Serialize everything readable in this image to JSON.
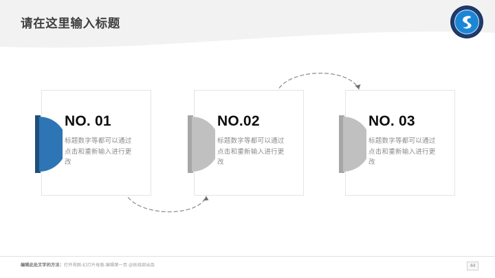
{
  "slide": {
    "title": "请在这里输入标题",
    "background_color": "#ffffff",
    "header_band_color": "#f2f2f2"
  },
  "logo": {
    "name": "university-seal-logo",
    "outer_ring_color": "#1f3c6e",
    "inner_circle_color": "#1b86d6",
    "glyph": "S"
  },
  "cards": [
    {
      "title": "NO. 01",
      "body": "标题数字等都可以通过点击和重新输入进行更改",
      "marker_color": "#2e75b6",
      "marker_tab_color": "#1f4e79",
      "accent": "blue"
    },
    {
      "title": "NO.02",
      "body": "标题数字等都可以通过点击和重新输入进行更改",
      "marker_color": "#c0c0c0",
      "marker_tab_color": "#a6a6a6",
      "accent": "gray"
    },
    {
      "title": "NO. 03",
      "body": "标题数字等都可以通过点击和重新输入进行更改",
      "marker_color": "#c0c0c0",
      "marker_tab_color": "#a6a6a6",
      "accent": "gray"
    }
  ],
  "connectors": [
    {
      "name": "arrow-card1-to-card2",
      "direction": "down-arc",
      "style": "dashed",
      "color": "#8c8c8c"
    },
    {
      "name": "arrow-card2-to-card3",
      "direction": "up-arc",
      "style": "dashed",
      "color": "#8c8c8c"
    }
  ],
  "footer": {
    "note_label": "编辑此处文字的方法：",
    "note_body": "打开视图-幻灯片母版-编辑第一页 @妖娆部出品",
    "page_number": "44"
  }
}
